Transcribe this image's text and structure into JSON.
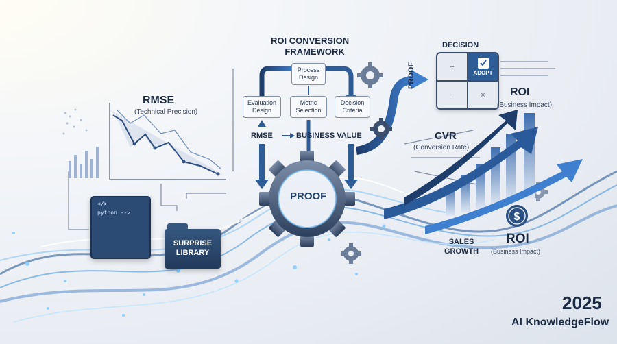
{
  "framework": {
    "title_line1": "ROI CONVERSION",
    "title_line2": "FRAMEWORK",
    "boxes": {
      "process": "Process\nDesign",
      "evaluation": "Evaluation\nDesign",
      "metric": "Metric\nSelection",
      "decision": "Decision\nCriteria"
    },
    "rmse_to_value": {
      "left": "RMSE",
      "right": "BUSINESS VALUE"
    }
  },
  "rmse": {
    "title": "RMSE",
    "subtitle": "(Technical Precision)"
  },
  "proof_center": "PROOF",
  "proof_vertical": "PROOF",
  "decision": {
    "title": "DECISION",
    "cells": {
      "top_left": "+",
      "top_right": "ADOPT",
      "bottom_left": "−",
      "bottom_right": "×"
    }
  },
  "roi_top": {
    "title": "ROI",
    "subtitle": "(Business Impact)"
  },
  "cvr": {
    "title": "CVR",
    "subtitle": "(Conversion Rate)"
  },
  "sales": {
    "line1": "SALES",
    "line2": "GROWTH"
  },
  "roi_bottom": {
    "title": "ROI",
    "subtitle": "(Business Impact)"
  },
  "python_panel": {
    "code_line1": "</>",
    "code_line2": "python -->"
  },
  "surprise": {
    "line1": "SURPRISE",
    "line2": "LIBRARY"
  },
  "footer": {
    "year": "2025",
    "brand": "AI KnowledgeFlow"
  },
  "colors": {
    "navy": "#1e3d6b",
    "blue": "#3f7fcf",
    "light_blue": "#8ec5f0",
    "panel": "#2c4b74"
  },
  "icons": [
    "gear-icon",
    "python-logo-icon",
    "folder-icon",
    "dollar-coin-icon",
    "checkmark-icon",
    "bar-chart-icon",
    "line-chart-icon"
  ]
}
